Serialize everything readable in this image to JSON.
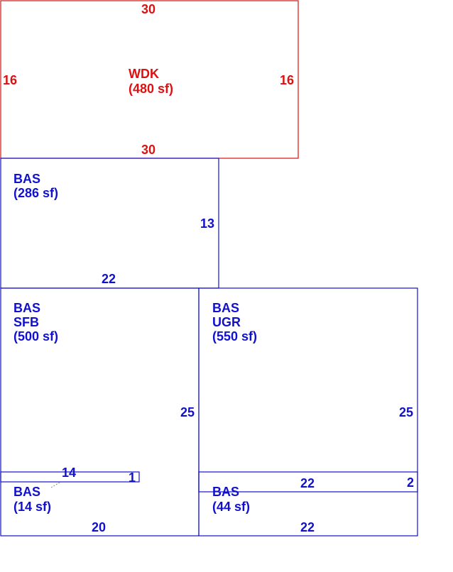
{
  "colors": {
    "deck": "#dd1111",
    "living": "#1111cc"
  },
  "areas": [
    {
      "id": "wdk",
      "kind": "deck",
      "labels": {
        "code": "WDK",
        "area": "(480 sf)"
      },
      "dims": {
        "top": "30",
        "bottom": "30",
        "left": "16",
        "right": "16"
      }
    },
    {
      "id": "bas-286",
      "kind": "living",
      "labels": {
        "code": "BAS",
        "area": "(286 sf)"
      },
      "dims": {
        "right": "13",
        "bottom": "22"
      }
    },
    {
      "id": "bas-sfb",
      "kind": "living",
      "labels": {
        "code": "BAS",
        "sub": "SFB",
        "area": "(500 sf)"
      },
      "dims": {
        "right": "25"
      }
    },
    {
      "id": "bas-ugr",
      "kind": "living",
      "labels": {
        "code": "BAS",
        "sub": "UGR",
        "area": "(550 sf)"
      },
      "dims": {
        "right": "25"
      }
    },
    {
      "id": "bas-14",
      "kind": "living",
      "labels": {
        "code": "BAS",
        "area": "(14 sf)"
      },
      "dims": {
        "top": "14",
        "right": "1",
        "bottom": "20"
      }
    },
    {
      "id": "bas-44",
      "kind": "living",
      "labels": {
        "code": "BAS",
        "area": "(44 sf)"
      },
      "dims": {
        "top": "22",
        "right": "2",
        "bottom": "22"
      }
    }
  ]
}
